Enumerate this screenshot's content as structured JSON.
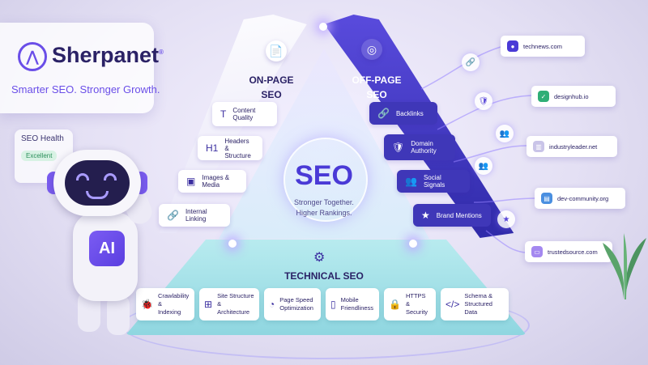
{
  "brand": {
    "name": "Sherpanet",
    "mark": "®",
    "tagline_a": "Smarter SEO. Stronger Growth."
  },
  "health_card": {
    "title": "SEO Health",
    "badge": "Excellent"
  },
  "robot": {
    "chest_label": "AI"
  },
  "on_page": {
    "title_line1": "ON-PAGE",
    "title_line2": "SEO",
    "items": [
      {
        "label": "Content Quality",
        "icon": "T"
      },
      {
        "label": "Headers & Structure",
        "icon": "H1"
      },
      {
        "label": "Images & Media",
        "icon": "▣"
      },
      {
        "label": "Internal Linking",
        "icon": "🔗"
      }
    ]
  },
  "off_page": {
    "title_line1": "OFF-PAGE",
    "title_line2": "SEO",
    "items": [
      {
        "label": "Backlinks",
        "icon": "🔗"
      },
      {
        "label": "Domain Authority",
        "icon": "🛡"
      },
      {
        "label": "Social Signals",
        "icon": "👥"
      },
      {
        "label": "Brand Mentions",
        "icon": "★"
      }
    ]
  },
  "center": {
    "title": "SEO",
    "subtitle_line1": "Stronger Together.",
    "subtitle_line2": "Higher Rankings."
  },
  "technical": {
    "title": "TECHNICAL SEO",
    "items": [
      {
        "label_line1": "Crawlability &",
        "label_line2": "Indexing",
        "icon": "🐞"
      },
      {
        "label_line1": "Site Structure &",
        "label_line2": "Architecture",
        "icon": "⊞"
      },
      {
        "label_line1": "Page Speed",
        "label_line2": "Optimization",
        "icon": "◔"
      },
      {
        "label_line1": "Mobile",
        "label_line2": "Friendliness",
        "icon": "▯"
      },
      {
        "label_line1": "HTTPS &",
        "label_line2": "Security",
        "icon": "🔒"
      },
      {
        "label_line1": "Schema &",
        "label_line2": "Structured Data",
        "icon": "</>"
      }
    ]
  },
  "sites": [
    {
      "domain": "technews.com",
      "color": "#4a3ad6"
    },
    {
      "domain": "designhub.io",
      "color": "#2fae76"
    },
    {
      "domain": "industryleader.net",
      "color": "#c9c4e8"
    },
    {
      "domain": "dev-community.org",
      "color": "#4a8fe0"
    },
    {
      "domain": "trustedsource.com",
      "color": "#a488f0"
    }
  ]
}
